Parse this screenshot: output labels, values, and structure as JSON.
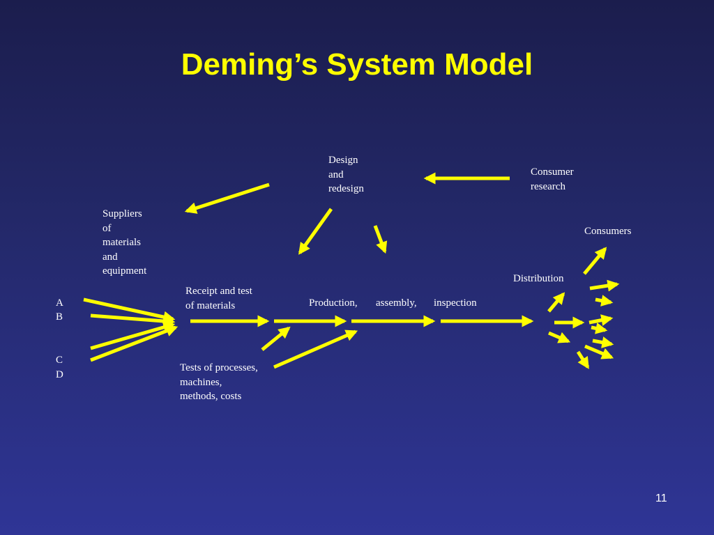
{
  "slide": {
    "title": "Deming’s System Model",
    "page_number": "11"
  },
  "labels": {
    "design": [
      "Design",
      "and",
      "redesign"
    ],
    "consumer_research": [
      "Consumer",
      "research"
    ],
    "suppliers": [
      "Suppliers",
      "of",
      "materials",
      "and",
      "equipment"
    ],
    "consumers": "Consumers",
    "distribution": "Distribution",
    "receipt": [
      "Receipt and test",
      "of materials"
    ],
    "production": "Production,",
    "assembly": "assembly,",
    "inspection": "inspection",
    "sources": [
      "A",
      "B",
      "C",
      "D"
    ],
    "tests": [
      "Tests of processes,",
      "machines,",
      "methods, costs"
    ]
  },
  "colors": {
    "arrow": "#ffff00",
    "title": "#ffff00",
    "text": "#ffffff",
    "background_top": "#1b1d4d",
    "background_bottom": "#2f3596"
  }
}
